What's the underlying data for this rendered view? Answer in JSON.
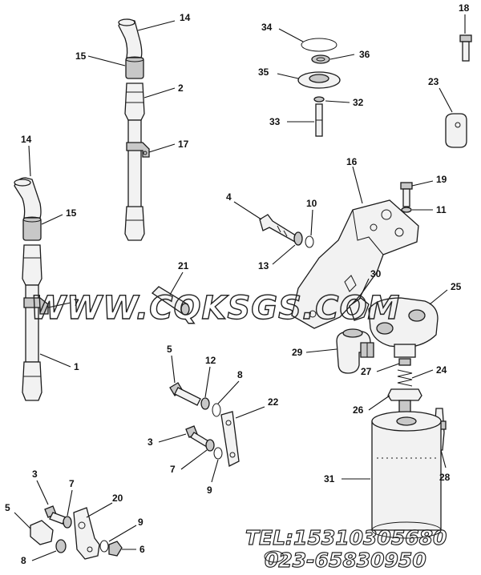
{
  "callouts": {
    "c14a": "14",
    "c15a": "15",
    "c2": "2",
    "c17": "17",
    "c34": "34",
    "c36": "36",
    "c35": "35",
    "c32": "32",
    "c33": "33",
    "c18": "18",
    "c23": "23",
    "c14b": "14",
    "c15b": "15",
    "c7a": "7",
    "c1": "1",
    "c16": "16",
    "c19": "19",
    "c11": "11",
    "c4": "4",
    "c10": "10",
    "c13": "13",
    "c21": "21",
    "c30": "30",
    "c25": "25",
    "c29": "29",
    "c27": "27",
    "c24": "24",
    "c26": "26",
    "c28": "28",
    "c31": "31",
    "c5a": "5",
    "c12": "12",
    "c8a": "8",
    "c22": "22",
    "c3a": "3",
    "c7b": "7",
    "c9a": "9",
    "c3b": "3",
    "c7c": "7",
    "c20": "20",
    "c5b": "5",
    "c9b": "9",
    "c8b": "8",
    "c6": "6"
  },
  "watermark": {
    "site": "WWW.CQKSGS.COM",
    "tel": "TEL:15310305680",
    "phone": "023-65830950"
  }
}
